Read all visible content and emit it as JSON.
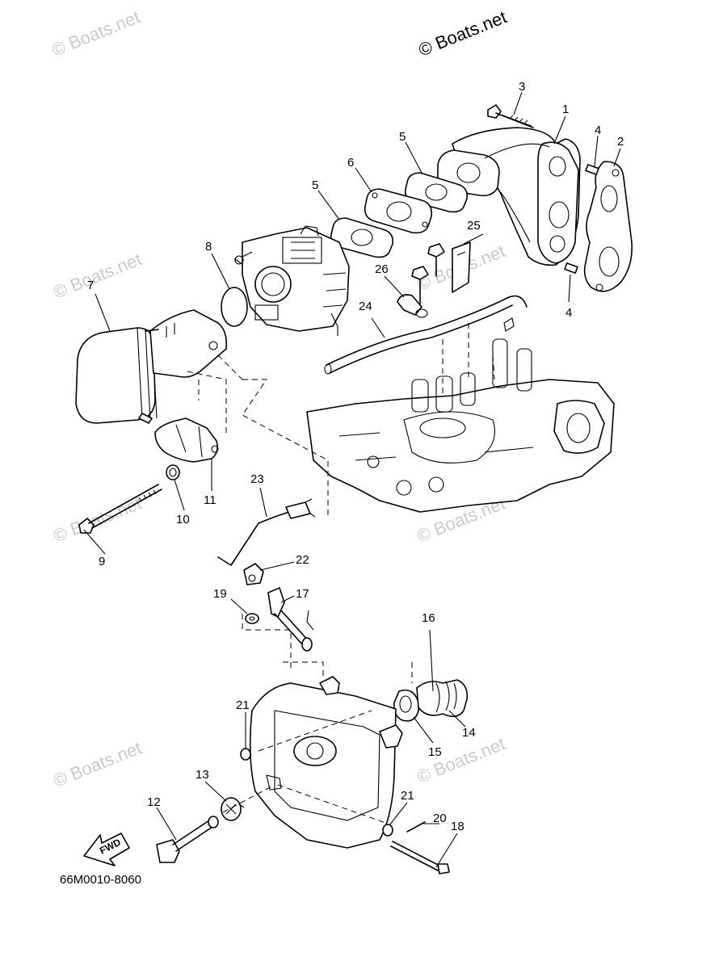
{
  "copyright": "© Boats.net",
  "watermarks": [
    "© Boats.net",
    "© Boats.net",
    "© Boats.net",
    "© Boats.net",
    "© Boats.net",
    "© Boats.net",
    "© Boats.net"
  ],
  "diagram_code": "66M0010-8060",
  "fwd_label": "FWD",
  "callouts": {
    "c1": "1",
    "c2": "2",
    "c3": "3",
    "c4a": "4",
    "c4b": "4",
    "c5a": "5",
    "c5b": "5",
    "c6": "6",
    "c7": "7",
    "c8": "8",
    "c9": "9",
    "c10": "10",
    "c11": "11",
    "c12": "12",
    "c13": "13",
    "c14": "14",
    "c15": "15",
    "c16": "16",
    "c17": "17",
    "c18": "18",
    "c19": "19",
    "c20": "20",
    "c21a": "21",
    "c21b": "21",
    "c22": "22",
    "c23": "23",
    "c24": "24",
    "c25": "25",
    "c26": "26"
  }
}
